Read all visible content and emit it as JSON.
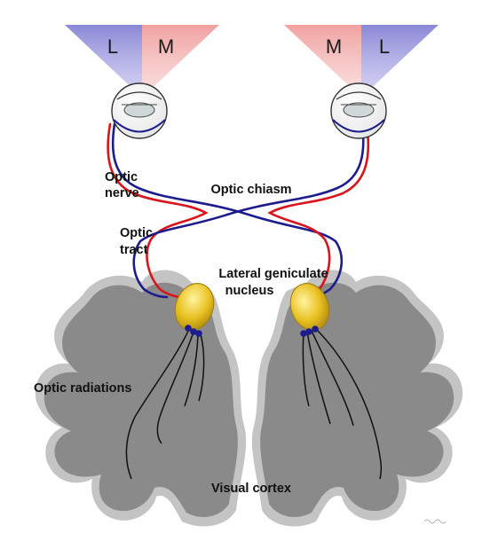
{
  "visual_field": {
    "left_eye": {
      "left_label": "L",
      "right_label": "M"
    },
    "right_eye": {
      "left_label": "M",
      "right_label": "L"
    },
    "colors": {
      "L": "#8b88d6",
      "M": "#f0a6a6"
    }
  },
  "labels": {
    "optic_nerve_line1": "Optic",
    "optic_nerve_line2": "nerve",
    "optic_chiasm": "Optic chiasm",
    "optic_tract_line1": "Optic",
    "optic_tract_line2": "tract",
    "lgn_line1": "Lateral geniculate",
    "lgn_line2": "nucleus",
    "optic_radiations": "Optic radiations",
    "visual_cortex": "Visual cortex"
  },
  "colors": {
    "pathway_red": "#d8141c",
    "pathway_blue": "#1c1c8c",
    "lgn_yellow": "#e8c020",
    "cortex_gray": "#8a8a8a",
    "cortex_outline": "#c4c4c4"
  }
}
